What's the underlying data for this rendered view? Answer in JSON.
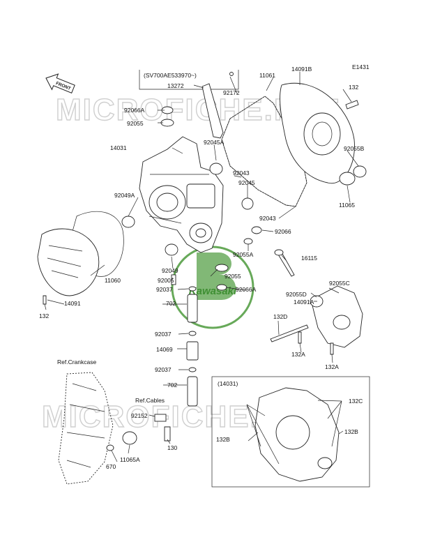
{
  "diagram_id": "E1431",
  "front_label": "FRONT",
  "watermark_text": "MICROFICHE.NET",
  "logo_text": "Kawasaki",
  "colors": {
    "logo_green": "#4c9a3c",
    "watermark": "#cfcfcf",
    "ink": "#222222"
  },
  "serial_note": "(SV700AE533970~)",
  "labels": {
    "l13272": "13272",
    "l92172": "92172",
    "l11061": "11061",
    "l14091B": "14091B",
    "l132": "132",
    "l92066A": "92066A",
    "l92055": "92055",
    "l92045A": "92045A",
    "l14031": "14031",
    "l92043a": "92043",
    "l92055B": "92055B",
    "l92045": "92045",
    "l92049A": "92049A",
    "l11065": "11065",
    "l92043b": "92043",
    "l92066": "92066",
    "l92055A": "92055A",
    "l11060": "11060",
    "l92049": "92049",
    "l16115": "16115",
    "l92005": "92005",
    "l92055c": "92055",
    "l92037a": "92037",
    "l92066Ab": "92066A",
    "l92055D": "92055D",
    "l92055C": "92055C",
    "l132b": "132",
    "l14091": "14091",
    "l702a": "702",
    "l14091A": "14091A",
    "l132D": "132D",
    "l92037b": "92037",
    "l14069": "14069",
    "l132Aa": "132A",
    "l132Ab": "132A",
    "l92037c": "92037",
    "l702b": "702",
    "l92152": "92152",
    "l130": "130",
    "l670": "670",
    "l11065A": "11065A",
    "l14031box": "(14031)",
    "l132C": "132C",
    "l132Bl": "132B",
    "l132Br": "132B"
  },
  "refs": {
    "crankcase": "Ref.Crankcase",
    "cables": "Ref.Cables"
  }
}
